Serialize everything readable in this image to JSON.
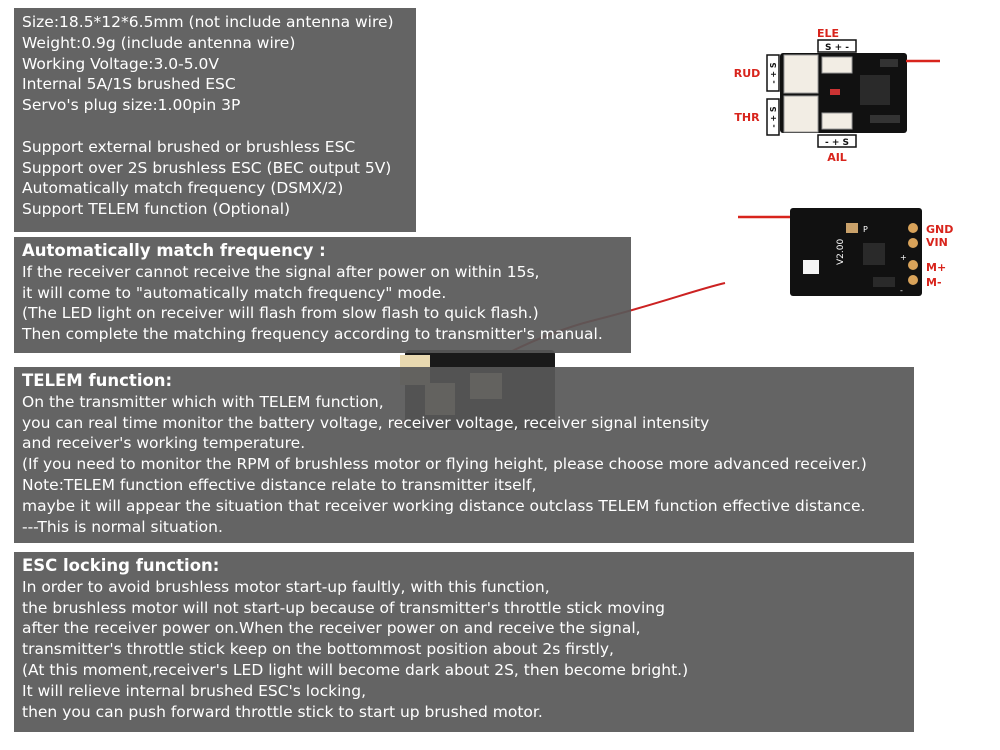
{
  "specs": {
    "lines": [
      "Size:18.5*12*6.5mm (not include antenna wire)",
      "Weight:0.9g (include antenna wire)",
      "Working Voltage:3.0-5.0V",
      "Internal 5A/1S brushed ESC",
      "Servo's plug size:1.00pin 3P",
      "",
      "Support external brushed or brushless ESC",
      "Support over 2S brushless ESC (BEC output 5V)",
      "Automatically match frequency (DSMX/2)",
      "Support TELEM function (Optional)"
    ]
  },
  "freq": {
    "heading": "Automatically match frequency :",
    "lines": [
      "If the receiver cannot receive the signal after power on within 15s,",
      "it will come to \"automatically match frequency\" mode.",
      "(The LED light on receiver will flash from slow flash to quick flash.)",
      "Then complete the matching frequency according to transmitter's manual."
    ]
  },
  "telem": {
    "heading": "TELEM function:",
    "lines": [
      "On the transmitter which with TELEM function,",
      "you can real time monitor the battery voltage, receiver voltage, receiver signal intensity",
      "and receiver's working temperature.",
      "(If you need to monitor the RPM of brushless motor or flying height, please choose more advanced receiver.)",
      "Note:TELEM function effective distance relate to transmitter itself,",
      "maybe it will appear the situation that receiver working distance outclass TELEM function effective distance.",
      "---This is normal situation."
    ]
  },
  "esc": {
    "heading": "ESC locking function:",
    "lines": [
      "In order to avoid brushless motor start-up faultly, with this function,",
      "the brushless motor will not start-up because of transmitter's  throttle stick moving",
      "after the receiver power on.When the receiver power on and receive the signal,",
      "transmitter's throttle stick keep on the bottommost position about 2s firstly,",
      "(At this moment,receiver's LED light will become dark about 2S, then become bright.)",
      "It will relieve internal brushed ESC's locking,",
      "then you can push forward throttle stick to start up brushed motor."
    ]
  },
  "top_diagram": {
    "ele": "ELE",
    "ele_pins": "S + -",
    "rud": "RUD",
    "rud_pins": "- + S",
    "thr": "THR",
    "thr_pins": "- + S",
    "ail": "AIL",
    "ail_pins": "- + S"
  },
  "bottom_diagram": {
    "gnd": "GND",
    "vin": "VIN",
    "m_plus": "M+",
    "m_minus": "M-",
    "version": "V2.00",
    "p": "P",
    "plus": "+",
    "minus": "-"
  },
  "colors": {
    "panel_bg": "#585858",
    "label_red": "#d8241c",
    "pcb": "#111111"
  }
}
